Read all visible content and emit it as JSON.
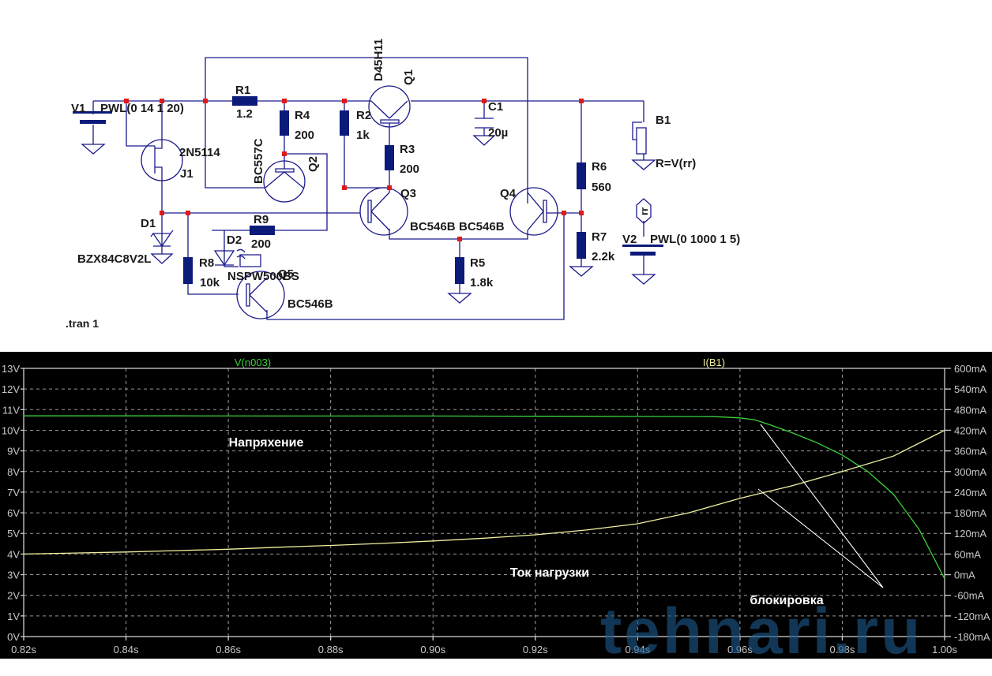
{
  "schematic": {
    "components": {
      "V1": {
        "name": "V1",
        "value": "PWL(0 14 1 20)"
      },
      "V2": {
        "name": "V2",
        "value": "PWL(0 1000 1 5)"
      },
      "R1": {
        "name": "R1",
        "value": "1.2"
      },
      "R2": {
        "name": "R2",
        "value": "1k"
      },
      "R3": {
        "name": "R3",
        "value": "200"
      },
      "R4": {
        "name": "R4",
        "value": "200"
      },
      "R5": {
        "name": "R5",
        "value": "1.8k"
      },
      "R6": {
        "name": "R6",
        "value": "560"
      },
      "R7": {
        "name": "R7",
        "value": "2.2k"
      },
      "R8": {
        "name": "R8",
        "value": "10k"
      },
      "R9": {
        "name": "R9",
        "value": "200"
      },
      "C1": {
        "name": "C1",
        "value": "20µ"
      },
      "B1": {
        "name": "B1",
        "value": "R=V(rr)"
      },
      "J1": {
        "name": "J1",
        "value": "2N5114"
      },
      "Q1": {
        "name": "Q1",
        "value": "D45H11"
      },
      "Q2": {
        "name": "Q2",
        "value": "BC557C"
      },
      "Q3": {
        "name": "Q3",
        "value": "BC546B"
      },
      "Q4": {
        "name": "Q4",
        "value": "BC546B"
      },
      "Q5": {
        "name": "Q5",
        "value": "BC546B"
      },
      "D1": {
        "name": "D1",
        "value": "BZX84C8V2L"
      },
      "D2": {
        "name": "D2",
        "value": "NSPW500BS"
      }
    },
    "net_label": "rr",
    "directive": ".tran 1"
  },
  "chart_data": {
    "type": "line",
    "title": "",
    "xlabel": "",
    "ylabel_left": "V",
    "ylabel_right": "mA",
    "xlim": [
      0.82,
      1.0
    ],
    "ylim_left": [
      0,
      13
    ],
    "ylim_right": [
      -180,
      600
    ],
    "grid": true,
    "x_ticks": [
      "0.82s",
      "0.84s",
      "0.86s",
      "0.88s",
      "0.90s",
      "0.92s",
      "0.94s",
      "0.96s",
      "0.98s",
      "1.00s"
    ],
    "x_tick_values": [
      0.82,
      0.84,
      0.86,
      0.88,
      0.9,
      0.92,
      0.94,
      0.96,
      0.98,
      1.0
    ],
    "y_left_ticks": [
      "0V",
      "1V",
      "2V",
      "3V",
      "4V",
      "5V",
      "6V",
      "7V",
      "8V",
      "9V",
      "10V",
      "11V",
      "12V",
      "13V"
    ],
    "y_right_ticks": [
      "-180mA",
      "-120mA",
      "-60mA",
      "0mA",
      "60mA",
      "120mA",
      "180mA",
      "240mA",
      "300mA",
      "360mA",
      "420mA",
      "480mA",
      "540mA",
      "600mA"
    ],
    "series": [
      {
        "name": "V(n003)",
        "axis": "left",
        "color": "#3cd23c",
        "x": [
          0.82,
          0.85,
          0.88,
          0.9,
          0.92,
          0.94,
          0.955,
          0.96,
          0.963,
          0.966,
          0.97,
          0.975,
          0.98,
          0.985,
          0.99,
          0.995,
          1.0
        ],
        "y": [
          10.7,
          10.7,
          10.69,
          10.69,
          10.68,
          10.67,
          10.66,
          10.6,
          10.5,
          10.25,
          9.9,
          9.4,
          8.8,
          8.0,
          6.9,
          5.2,
          2.8
        ]
      },
      {
        "name": "I(B1)",
        "axis": "right",
        "color": "#f0f0a0",
        "x": [
          0.82,
          0.83,
          0.84,
          0.85,
          0.86,
          0.87,
          0.88,
          0.89,
          0.9,
          0.91,
          0.92,
          0.93,
          0.94,
          0.95,
          0.96,
          0.965,
          0.97,
          0.98,
          0.99,
          1.0
        ],
        "y": [
          60,
          63,
          66,
          70,
          74,
          80,
          85,
          91,
          98,
          106,
          116,
          130,
          148,
          180,
          222,
          240,
          258,
          300,
          345,
          420
        ]
      }
    ],
    "legend": [
      "V(n003)",
      "I(B1)"
    ],
    "annotations": [
      "Напряхение",
      "Ток нагрузки",
      "блокировка"
    ]
  },
  "watermark": "tehnari.ru"
}
